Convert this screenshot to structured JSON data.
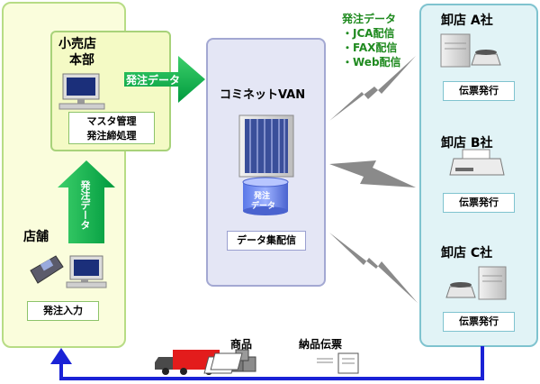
{
  "retail": {
    "store_title": "店舗",
    "store_box": "発注入力",
    "hq_title_line1": "小売店",
    "hq_title_line2": "本部",
    "hq_box_line1": "マスタ管理",
    "hq_box_line2": "発注締処理",
    "arrow_up_label": "発注データ",
    "arrow_right_label": "発注データ"
  },
  "van": {
    "title": "コミネットVAN",
    "cylinder_line1": "発注",
    "cylinder_line2": "データ",
    "box": "データ集配信"
  },
  "distribution": {
    "heading": "発注データ",
    "methods": [
      "・JCA配信",
      "・FAX配信",
      "・Web配信"
    ]
  },
  "wholesalers": [
    {
      "name": "卸店 A社",
      "box": "伝票発行"
    },
    {
      "name": "卸店 B社",
      "box": "伝票発行"
    },
    {
      "name": "卸店 C社",
      "box": "伝票発行"
    }
  ],
  "delivery": {
    "goods": "商品",
    "slip": "納品伝票"
  },
  "colors": {
    "green_arrow": "#00a651",
    "blue_arrow": "#1a22d6",
    "lightning": "#8a8a8a"
  }
}
